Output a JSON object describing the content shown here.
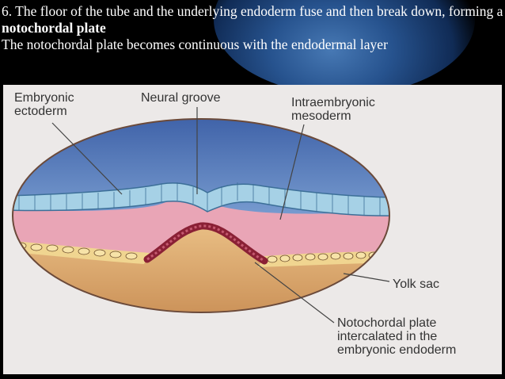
{
  "caption": {
    "line1_prefix": "6. The floor of the tube and the underlying endoderm fuse and then break down, forming a ",
    "line1_bold": "notochordal plate",
    "line2": "The notochordal plate becomes continuous with the endodermal layer"
  },
  "figure": {
    "labels": {
      "embryonic_ectoderm_1": "Embryonic",
      "embryonic_ectoderm_2": "ectoderm",
      "neural_groove": "Neural groove",
      "intraembryonic_mesoderm_1": "Intraembryonic",
      "intraembryonic_mesoderm_2": "mesoderm",
      "yolk_sac": "Yolk sac",
      "notochordal_plate_1": "Notochordal plate",
      "notochordal_plate_2": "intercalated in the",
      "notochordal_plate_3": "embryonic endoderm"
    },
    "colors": {
      "amnion": "#5a7fbf",
      "ectoderm": "#9cc8e0",
      "mesoderm": "#e7a0b3",
      "endoderm": "#e8c77e",
      "notochord": "#8a2035",
      "yolk_sac": "#dcaa6c"
    }
  }
}
